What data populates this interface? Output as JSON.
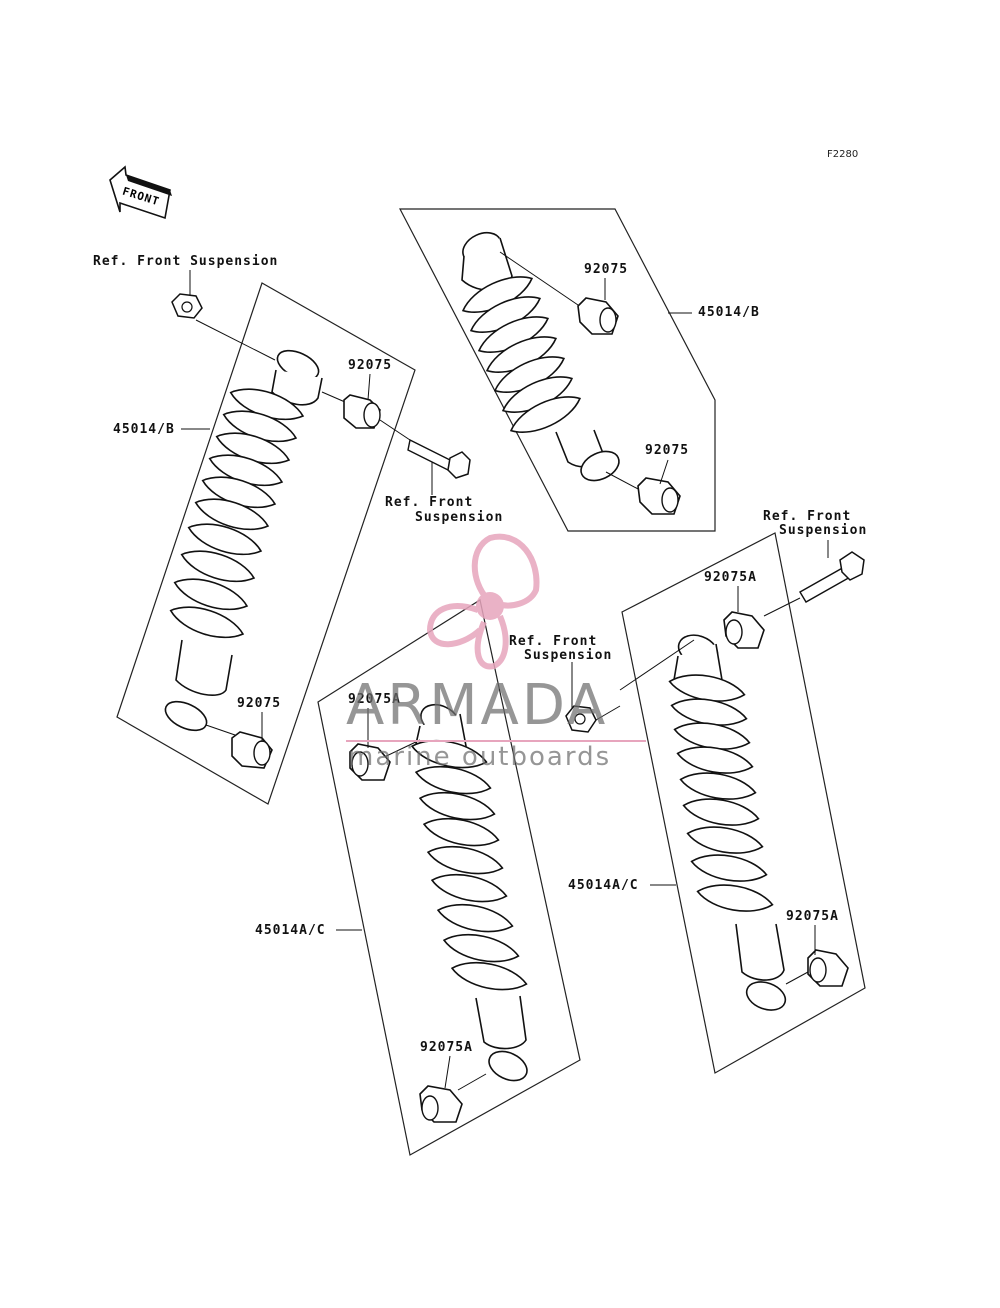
{
  "figure_code": "F2280",
  "front_marker": "FRONT",
  "watermark": {
    "name": "ARMADA",
    "tagline": "marine outboards",
    "accent_color": "#e7a5bd"
  },
  "labels": {
    "ref_front_suspension_top": "Ref. Front  Suspension",
    "p45014b_left": "45014/B",
    "p92075_left_top": "92075",
    "ref_front_left_l1": "Ref. Front",
    "ref_front_left_l2": "Suspension",
    "p92075_left_bottom": "92075",
    "p92075_upper_top": "92075",
    "p45014b_upper": "45014/B",
    "p92075_upper_bottom": "92075",
    "ref_front_right_l1": "Ref. Front",
    "ref_front_right_l2": "Suspension",
    "p92075a_right_top": "92075A",
    "ref_front_center_l1": "Ref. Front",
    "ref_front_center_l2": "Suspension",
    "p92075a_center_top": "92075A",
    "p45014ac_right": "45014A/C",
    "p92075a_right_bottom": "92075A",
    "p45014ac_center": "45014A/C",
    "p92075a_center_bottom": "92075A"
  }
}
